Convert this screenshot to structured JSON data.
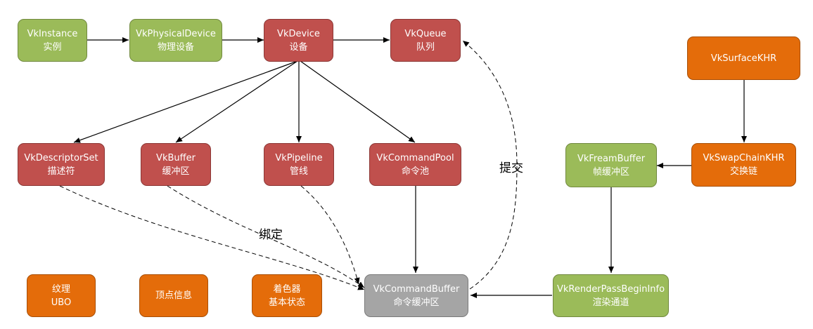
{
  "nodes": {
    "vk_instance": {
      "line1": "VkInstance",
      "line2": "实例"
    },
    "vk_physical_device": {
      "line1": "VkPhysicalDevice",
      "line2": "物理设备"
    },
    "vk_device": {
      "line1": "VkDevice",
      "line2": "设备"
    },
    "vk_queue": {
      "line1": "VkQueue",
      "line2": "队列"
    },
    "vk_surface_khr": {
      "line1": "VkSurfaceKHR"
    },
    "vk_descriptor_set": {
      "line1": "VkDescriptorSet",
      "line2": "描述符"
    },
    "vk_buffer": {
      "line1": "VkBuffer",
      "line2": "缓冲区"
    },
    "vk_pipeline": {
      "line1": "VkPipeline",
      "line2": "管线"
    },
    "vk_command_pool": {
      "line1": "VkCommandPool",
      "line2": "命令池"
    },
    "vk_fream_buffer": {
      "line1": "VkFreamBuffer",
      "line2": "帧缓冲区"
    },
    "vk_swap_chain_khr": {
      "line1": "VkSwapChainKHR",
      "line2": "交换链"
    },
    "texture_ubo": {
      "line1": "纹理",
      "line2": "UBO"
    },
    "vertex_info": {
      "line1": "顶点信息"
    },
    "shader_state": {
      "line1": "着色器",
      "line2": "基本状态"
    },
    "vk_command_buffer": {
      "line1": "VkCommandBuffer",
      "line2": "命令缓冲区"
    },
    "vk_render_pass_begin": {
      "line1": "VkRenderPassBeginInfo",
      "line2": "渲染通道"
    }
  },
  "edge_labels": {
    "submit": "提交",
    "bind": "绑定"
  },
  "colors": {
    "green": "#9bbb59",
    "red": "#c0504d",
    "orange": "#e46c0a",
    "gray": "#a5a5a5",
    "arrow": "#000000"
  }
}
